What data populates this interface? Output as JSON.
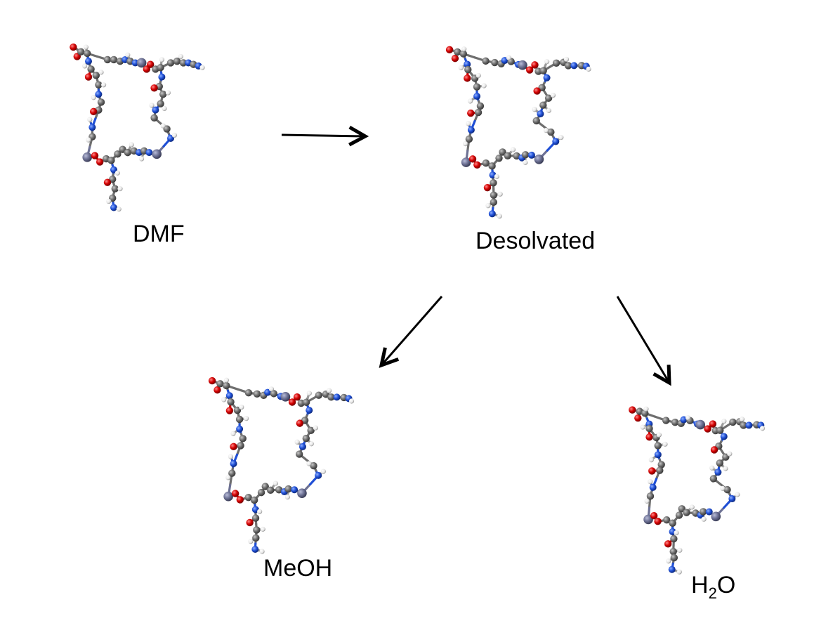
{
  "labels": {
    "dmf": "DMF",
    "desolvated": "Desolvated",
    "meoh": "MeOH",
    "h2o_main": "H",
    "h2o_sub": "2",
    "h2o_tail": "O"
  },
  "colors": {
    "carbon": "#6e6e6e",
    "oxygen": "#d40000",
    "nitrogen": "#1f4fd6",
    "hydrogen": "#f2f2f2",
    "metal": "#6d7194",
    "arrow": "#000000"
  },
  "icons": {
    "arrow": "arrow-icon",
    "molecule": "ball-and-stick-molecule-icon"
  }
}
